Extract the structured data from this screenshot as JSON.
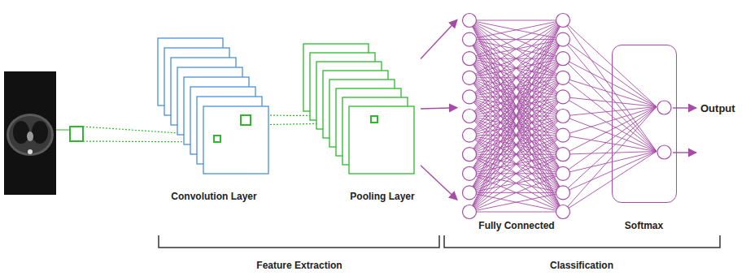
{
  "diagram": {
    "nodes": [
      {
        "text": [
          "Convolution Layer"
        ]
      },
      {
        "text": [
          "Pooling Layer"
        ]
      },
      {
        "text": [
          "Fully Connected"
        ]
      },
      {
        "text": [
          "Softmax"
        ]
      }
    ],
    "edges": [
      {
        "from": 0,
        "to": 1,
        "arrow": "none"
      },
      {
        "from": 1,
        "to": 2,
        "arrow": "to"
      },
      {
        "from": 1,
        "to": 2,
        "arrow": "to"
      },
      {
        "from": 1,
        "to": 2,
        "arrow": "to"
      },
      {
        "from": 2,
        "to": 3,
        "arrow": "none"
      }
    ],
    "labels": [
      "Output",
      "Feature Extraction",
      "Classification"
    ]
  }
}
